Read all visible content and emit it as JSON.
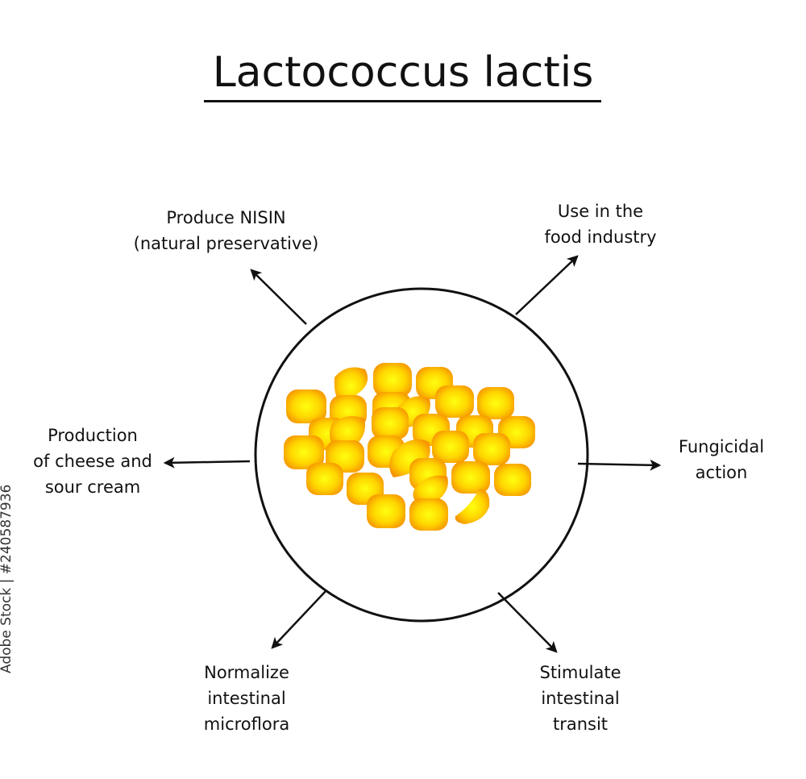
{
  "title": "Lactococcus lactis",
  "labels": {
    "top_left": [
      "Produce NISIN",
      "(natural preservative)"
    ],
    "top_right": [
      "Use in the",
      "food industry"
    ],
    "left": [
      "Production",
      "of cheese and",
      "sour cream"
    ],
    "right": [
      "Fungicidal",
      "action"
    ],
    "bottom_left": [
      "Normalize",
      "intestinal",
      "microflora"
    ],
    "bottom_right": [
      "Stimulate",
      "intestinal",
      "transit"
    ]
  },
  "watermark": "Adobe Stock | #240587936",
  "colors": {
    "cell_center": "#ffff10",
    "cell_edge": "#f59000",
    "line": "#111111"
  }
}
